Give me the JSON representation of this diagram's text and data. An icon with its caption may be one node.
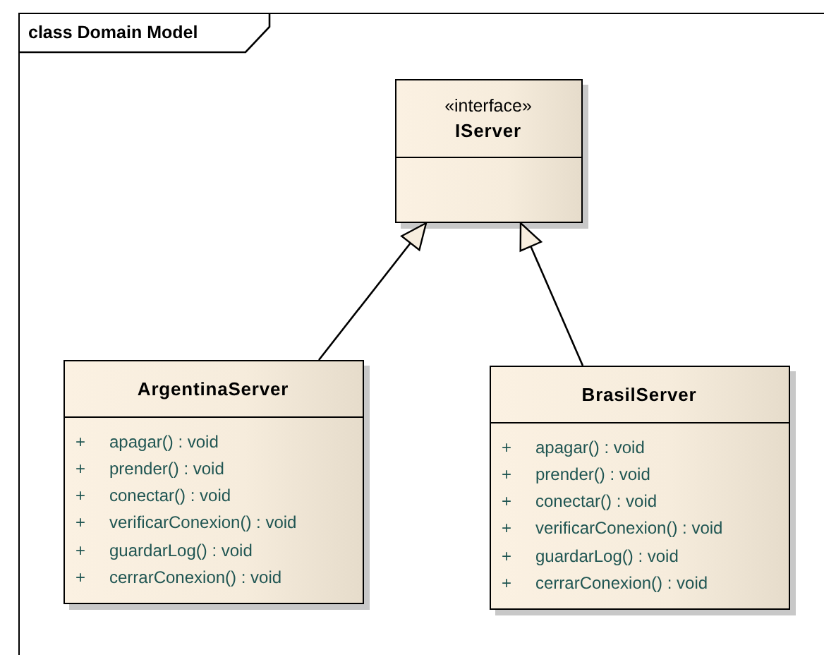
{
  "diagram": {
    "nodes": [
      {
        "text": [
          "class Domain Model"
        ]
      },
      {
        "text": [
          "«interface»",
          "IServer"
        ],
        "in": 0
      },
      {
        "text": [
          "ArgentinaServer",
          "+",
          "apagar() : void",
          "+",
          "prender() : void",
          "+",
          "conectar() : void",
          "+",
          "verificarConexion() : void",
          "+",
          "guardarLog() : void",
          "+",
          "cerrarConexion() : void"
        ],
        "in": 0
      },
      {
        "text": [
          "BrasilServer",
          "+",
          "apagar() : void",
          "+",
          "prender() : void",
          "+",
          "conectar() : void",
          "+",
          "verificarConexion() : void",
          "+",
          "guardarLog() : void",
          "+",
          "cerrarConexion() : void"
        ],
        "in": 0
      }
    ],
    "edges": [
      {
        "from": 2,
        "to": 1,
        "arrow": "to"
      },
      {
        "from": 3,
        "to": 1,
        "arrow": "to"
      }
    ]
  }
}
